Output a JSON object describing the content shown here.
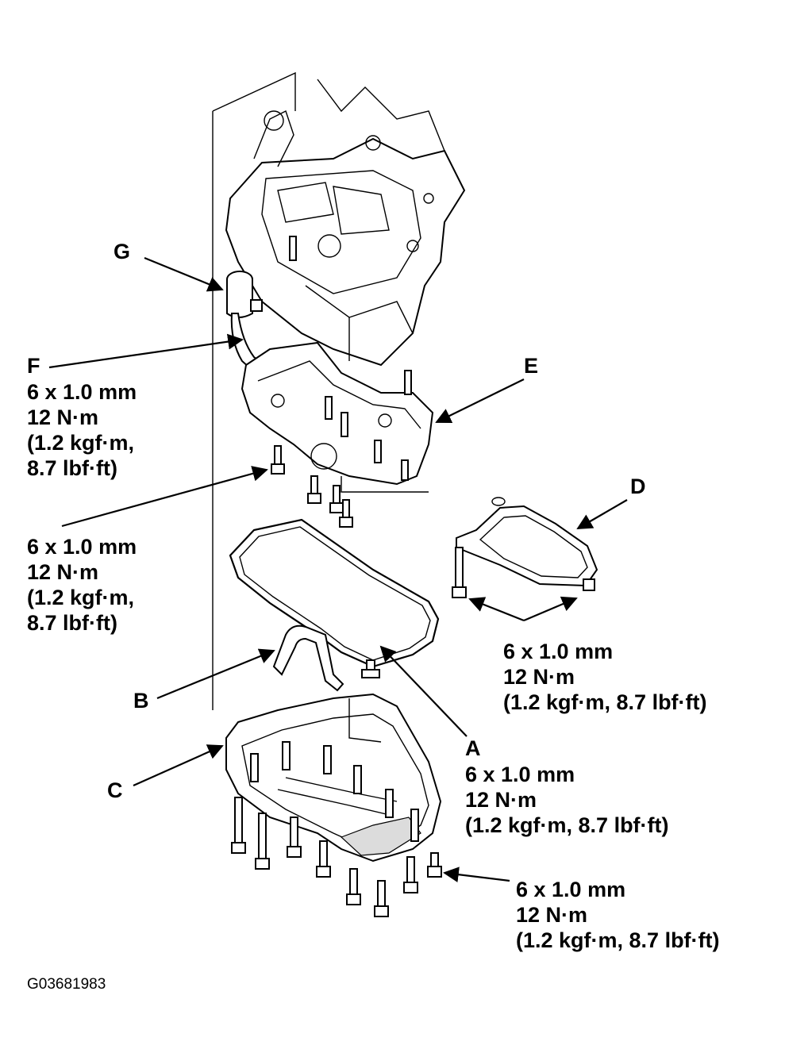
{
  "callouts": {
    "g": "G",
    "f": "F",
    "e": "E",
    "d": "D",
    "b": "B",
    "c": "C",
    "a": "A"
  },
  "spec_f": [
    "6 x 1.0 mm",
    "12 N·m",
    "(1.2 kgf·m,",
    "8.7 lbf·ft)"
  ],
  "spec_left": [
    "6 x 1.0 mm",
    "12 N·m",
    "(1.2 kgf·m,",
    "8.7 lbf·ft)"
  ],
  "spec_d": [
    "6 x 1.0 mm",
    "12 N·m",
    "(1.2 kgf·m, 8.7 lbf·ft)"
  ],
  "spec_a": [
    "6 x 1.0 mm",
    "12 N·m",
    "(1.2 kgf·m, 8.7 lbf·ft)"
  ],
  "spec_bottom": [
    "6 x 1.0 mm",
    "12 N·m",
    "(1.2 kgf·m, 8.7 lbf·ft)"
  ],
  "figure_code": "G03681983"
}
